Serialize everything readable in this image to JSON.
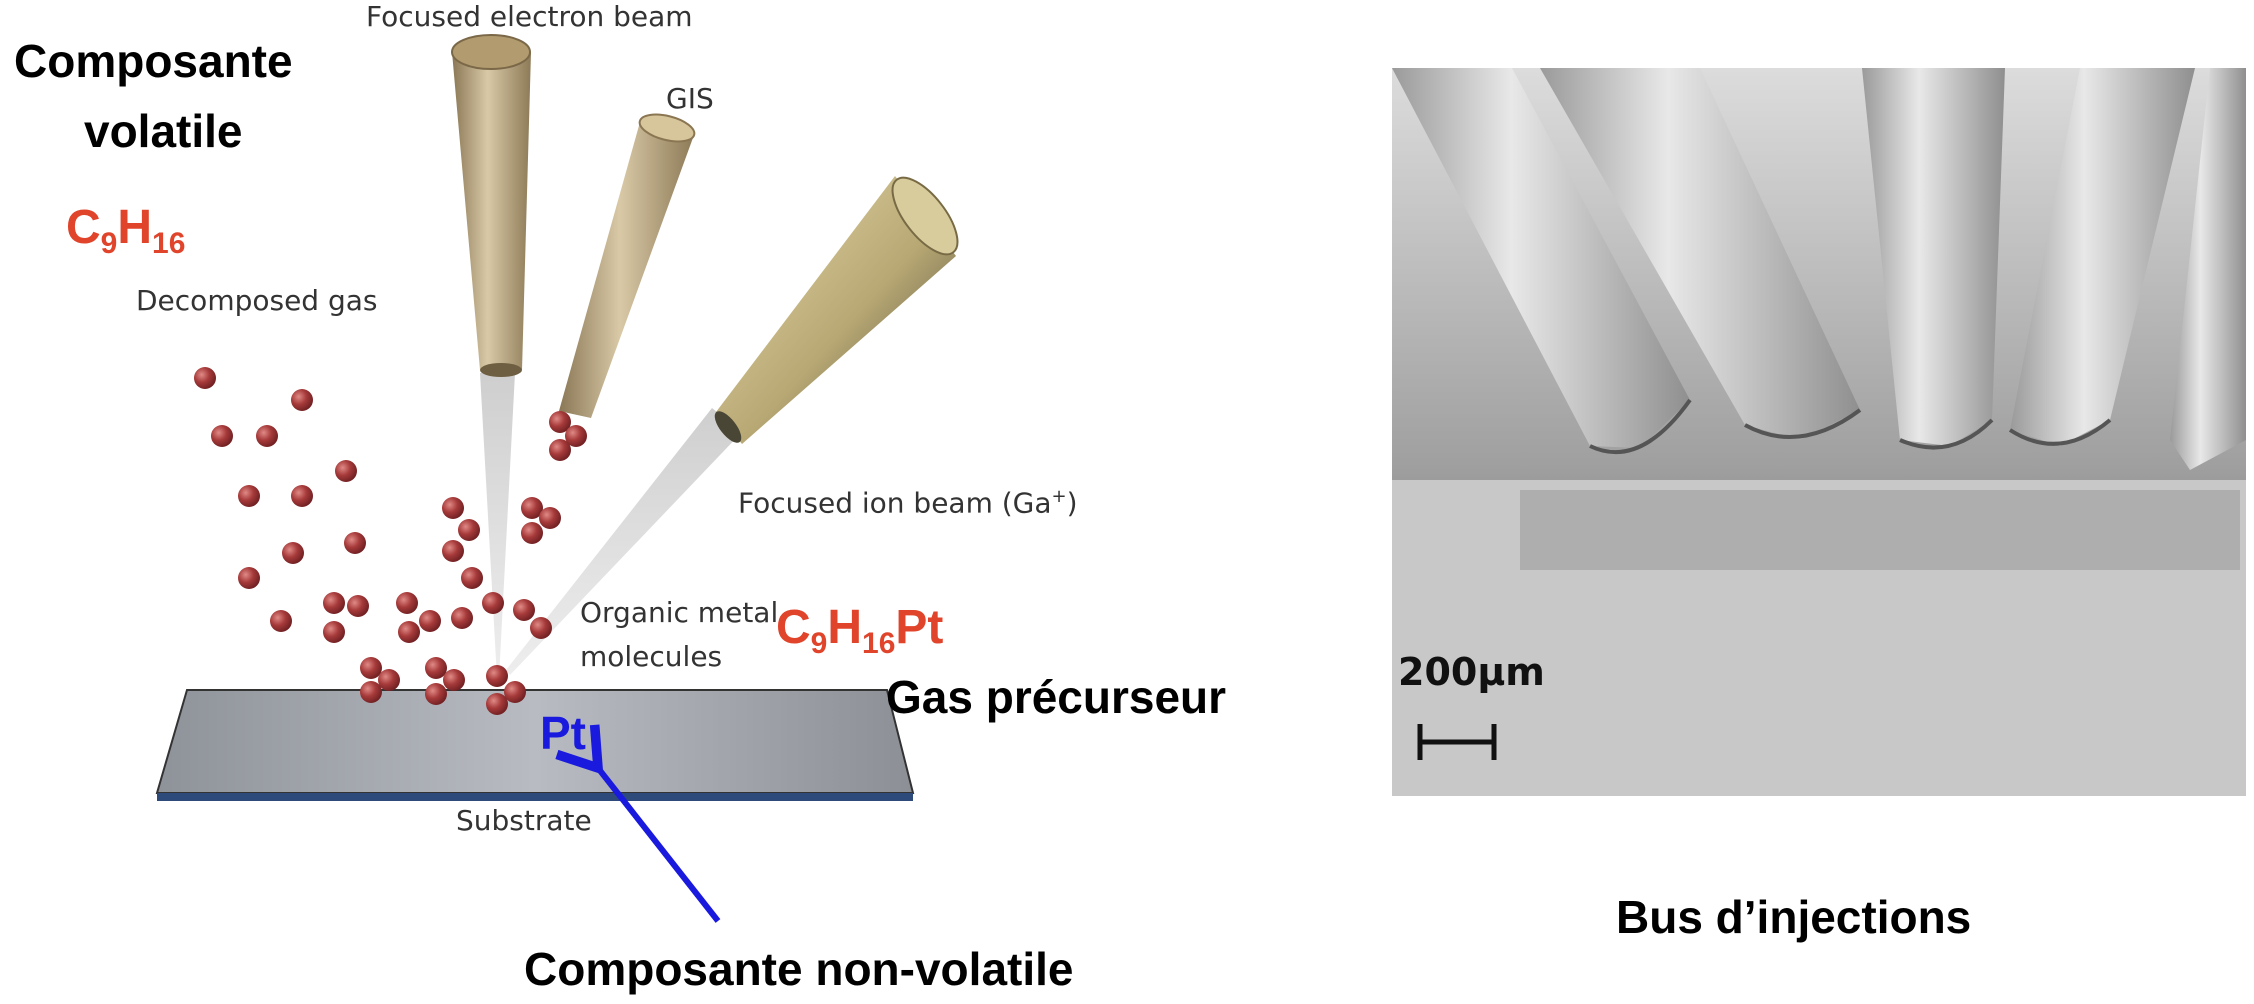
{
  "left_panel": {
    "volatile_title_line1": "Composante",
    "volatile_title_line2": "volatile",
    "formula_volatile": {
      "c": "C",
      "c_sub": "9",
      "h": "H",
      "h_sub": "16"
    },
    "decomposed_gas": "Decomposed gas",
    "focused_electron_beam": "Focused electron beam",
    "gis": "GIS",
    "focused_ion_beam": "Focused ion beam (Ga",
    "focused_ion_beam_sup": "+",
    "focused_ion_beam_end": ")",
    "organic_metal_line1": "Organic metal",
    "organic_metal_line2": "molecules",
    "formula_precursor": {
      "c": "C",
      "c_sub": "9",
      "h": "H",
      "h_sub": "16",
      "rest": "Pt"
    },
    "gas_precursor": "Gas précurseur",
    "pt": "Pt",
    "substrate": "Substrate",
    "non_volatile": "Composante non-volatile"
  },
  "right_panel": {
    "scale_label": "200μm",
    "caption": "Bus d’injections"
  },
  "colors": {
    "red": "#e0452c",
    "blue": "#1a1adf",
    "molecule": "#a63a3a"
  }
}
